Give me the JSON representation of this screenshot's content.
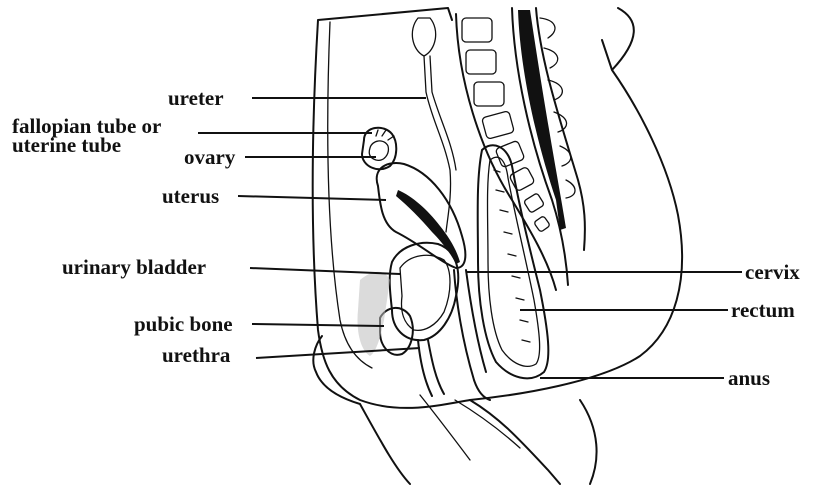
{
  "labels": {
    "ureter": "ureter",
    "fallopian_line1": "fallopian tube or",
    "fallopian_line2": "uterine tube",
    "ovary": "ovary",
    "uterus": "uterus",
    "urinary_bladder": "urinary bladder",
    "pubic_bone": "pubic bone",
    "urethra": "urethra",
    "cervix": "cervix",
    "rectum": "rectum",
    "anus": "anus"
  },
  "colors": {
    "ink": "#111111",
    "background": "#ffffff"
  }
}
